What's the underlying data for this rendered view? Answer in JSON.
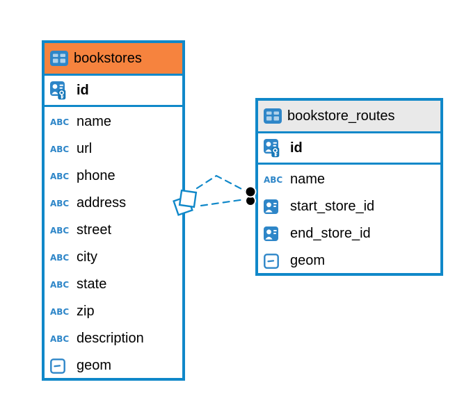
{
  "colors": {
    "accent_blue": "#1088C9",
    "icon_blue": "#2E86C8",
    "bookstores_header": "#F6833E",
    "routes_header": "#E9E9E9",
    "text": "#000000",
    "connector_dot": "#000000"
  },
  "tables": [
    {
      "name": "bookstores",
      "header_color": "#F6833E",
      "primary_key": {
        "name": "id",
        "icon": "primary-key-icon"
      },
      "columns": [
        {
          "name": "name",
          "icon": "text-abc-icon"
        },
        {
          "name": "url",
          "icon": "text-abc-icon"
        },
        {
          "name": "phone",
          "icon": "text-abc-icon"
        },
        {
          "name": "address",
          "icon": "text-abc-icon"
        },
        {
          "name": "street",
          "icon": "text-abc-icon"
        },
        {
          "name": "city",
          "icon": "text-abc-icon"
        },
        {
          "name": "state",
          "icon": "text-abc-icon"
        },
        {
          "name": "zip",
          "icon": "text-abc-icon"
        },
        {
          "name": "description",
          "icon": "text-abc-icon"
        },
        {
          "name": "geom",
          "icon": "geometry-icon"
        }
      ]
    },
    {
      "name": "bookstore_routes",
      "header_color": "#E9E9E9",
      "primary_key": {
        "name": "id",
        "icon": "primary-key-icon"
      },
      "columns": [
        {
          "name": "name",
          "icon": "text-abc-icon"
        },
        {
          "name": "start_store_id",
          "icon": "foreign-key-icon"
        },
        {
          "name": "end_store_id",
          "icon": "foreign-key-icon"
        },
        {
          "name": "geom",
          "icon": "geometry-icon"
        }
      ]
    }
  ],
  "relationship": {
    "from_table": "bookstores",
    "to_table": "bookstore_routes",
    "line_style": "dashed"
  }
}
